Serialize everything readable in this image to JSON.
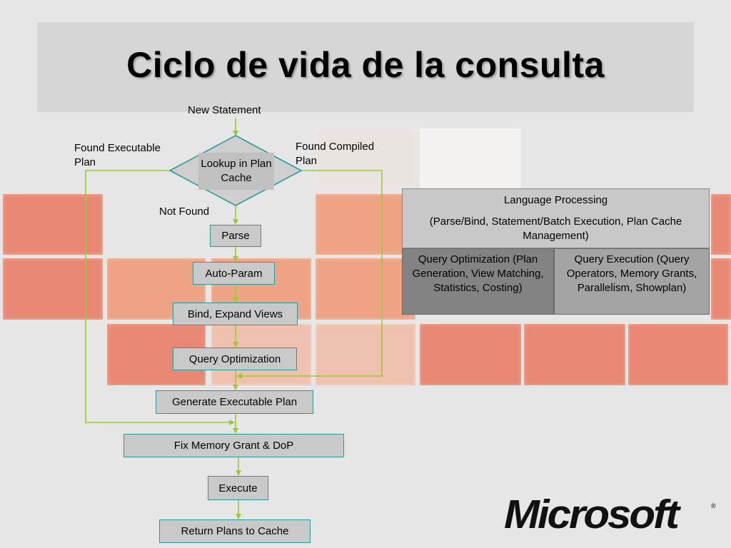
{
  "slide": {
    "title": "Ciclo de vida de la consulta"
  },
  "flow": {
    "new_statement": "New Statement",
    "lookup": "Lookup in Plan Cache",
    "found_executable": "Found Executable Plan",
    "found_compiled": "Found Compiled Plan",
    "not_found": "Not Found",
    "steps": [
      "Parse",
      "Auto-Param",
      "Bind, Expand Views",
      "Query  Optimization",
      "Generate Executable Plan",
      "Fix Memory  Grant & DoP",
      "Execute",
      "Return Plans to Cache"
    ]
  },
  "panel": {
    "language_processing": "Language Processing",
    "language_processing_detail": "(Parse/Bind, Statement/Batch Execution, Plan Cache Management)",
    "query_optimization": "Query Optimization (Plan Generation, View Matching, Statistics, Costing)",
    "query_execution": "Query Execution (Query Operators, Memory Grants, Parallelism, Showplan)"
  },
  "logo": {
    "text": "Microsoft",
    "mark": "®"
  },
  "colors": {
    "connector": "#99cc33",
    "step_border": "#2d9a9a",
    "tile": "#e88874"
  }
}
